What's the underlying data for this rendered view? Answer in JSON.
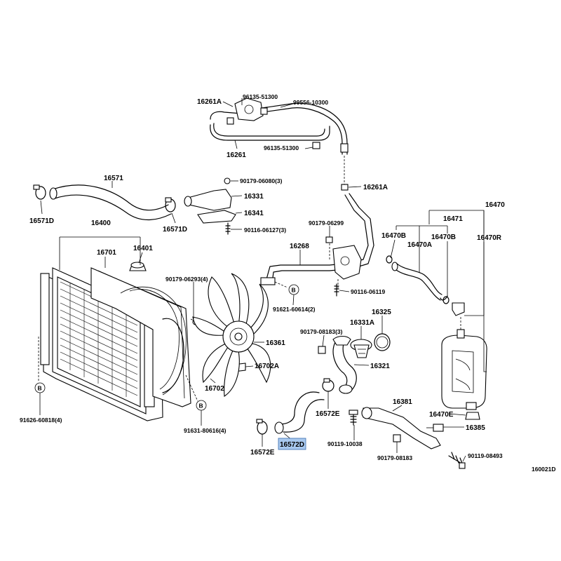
{
  "diagram_code": "160021D",
  "callout_ref": "B",
  "highlighted_part": "16572D",
  "labels": {
    "p16261A": "16261A",
    "p96135_51300_a": "96135-51300",
    "p99556_10300": "99556-10300",
    "p16261": "16261",
    "p96135_51300_b": "96135-51300",
    "p16261A_b": "16261A",
    "p16571": "16571",
    "p16571D_a": "16571D",
    "p16571D_b": "16571D",
    "p90179_06080": "90179-06080(3)",
    "p16331": "16331",
    "p16341": "16341",
    "p90116_06127": "90116-06127(3)",
    "p90179_06299": "90179-06299",
    "p16470": "16470",
    "p16471": "16471",
    "p16470B_a": "16470B",
    "p16470B_b": "16470B",
    "p16470A": "16470A",
    "p16470R": "16470R",
    "p16400": "16400",
    "p16701": "16701",
    "p16401": "16401",
    "p16268": "16268",
    "p90179_06293": "90179-06293(4)",
    "p90116_06119": "90116-06119",
    "p91621_60614": "91621-60614(2)",
    "p16325": "16325",
    "p16331A": "16331A",
    "p90179_08183_a": "90179-08183(3)",
    "p16361": "16361",
    "p16321": "16321",
    "p16702A": "16702A",
    "p16702": "16702",
    "p91626_60818": "91626-60818(4)",
    "p91631_80616": "91631-80616(4)",
    "p16572E_a": "16572E",
    "p16572E_b": "16572E",
    "p16572D": "16572D",
    "p16381": "16381",
    "p16470E": "16470E",
    "p16385": "16385",
    "p90119_10038": "90119-10038",
    "p90179_08183_b": "90179-08183",
    "p90119_08493": "90119-08493"
  }
}
